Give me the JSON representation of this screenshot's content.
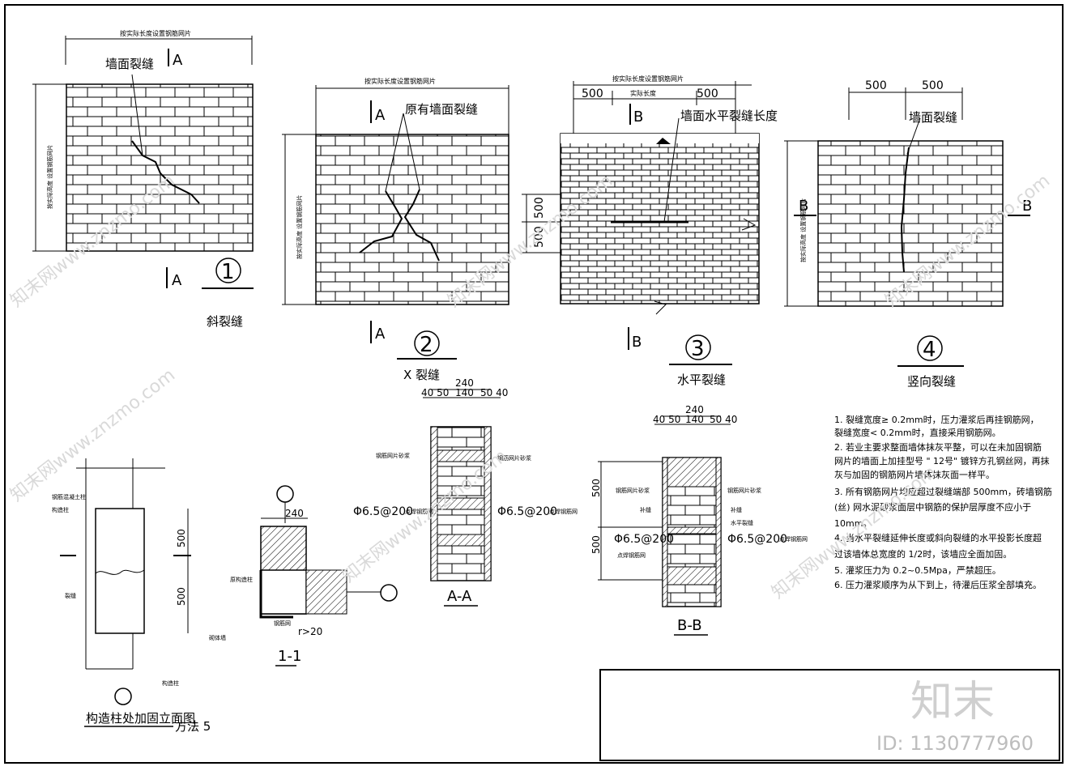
{
  "labels": {
    "set_by_length": "按实际长度设置钢筋网片",
    "actual_length": "实际长度",
    "wall_crack": "墙面裂缝",
    "original_wall_crack": "原有墙面裂缝",
    "horizontal_crack_length": "墙面水平裂缝长度",
    "vertical_side": "按实际高度  设置钢筋网片",
    "A": "A",
    "B": "B",
    "dim_500": "500",
    "dim_240": "240",
    "dim_140": "140",
    "dim_40_50": "40 50",
    "dim_50_40": "50 40",
    "section_AA": "A-A",
    "section_BB": "B-B",
    "section_11": "1-1",
    "rebar_spec": "Φ6.5@200",
    "spot_weld_mesh": "点焊钢筋网",
    "mesh_mortar": "钢筋网片砂浆",
    "joint": "补缝",
    "water_joint": "水平裂缝",
    "r20": "r>20",
    "col_left_a": "钢筋混凝土柱",
    "col_left_b": "构造柱",
    "crack_word": "裂缝",
    "original_col": "原构造柱",
    "wall_brick": "砌体墙",
    "mesh": "钢筋网",
    "method_5": "方法 5"
  },
  "panels": [
    {
      "num": "1",
      "caption": "斜裂缝"
    },
    {
      "num": "2",
      "caption": "X  裂缝"
    },
    {
      "num": "3",
      "caption": "水平裂缝"
    },
    {
      "num": "4",
      "caption": "竖向裂缝"
    }
  ],
  "elevation_title": "构造柱处加固立面图",
  "notes": [
    "1.     裂缝宽度≥  0.2mm时，压力灌浆后再挂钢筋网，",
    "裂缝宽度<  0.2mm时，直接采用钢筋网。",
    "2.     若业主要求整面墙体抹灰平整，可以在未加固钢筋",
    "网片的墙面上加挂型号 \"   12号\" 镀锌方孔钢丝网，再抹",
    "灰与加固的钢筋网片墙体抹灰面一样平。",
    "3.     所有钢筋网片均应超过裂缝端部      500mm，砖墙钢筋",
    "(丝) 网水泥砂浆面层中钢筋的保护层厚度不应小于",
    "10mm。",
    "4.     当水平裂缝延伸长度或斜向裂缝的水平投影长度超",
    "过该墙体总宽度的    1/2时，该墙应全面加固。",
    "5.     灌浆压力为   0.2~0.5Mpa，严禁超压。",
    "6.     压力灌浆顺序为从下到上，待灌后压浆全部填充。"
  ],
  "watermark": {
    "site": "知末网www.znzmo.com",
    "logo": "知末",
    "id": "ID: 1130777960"
  }
}
